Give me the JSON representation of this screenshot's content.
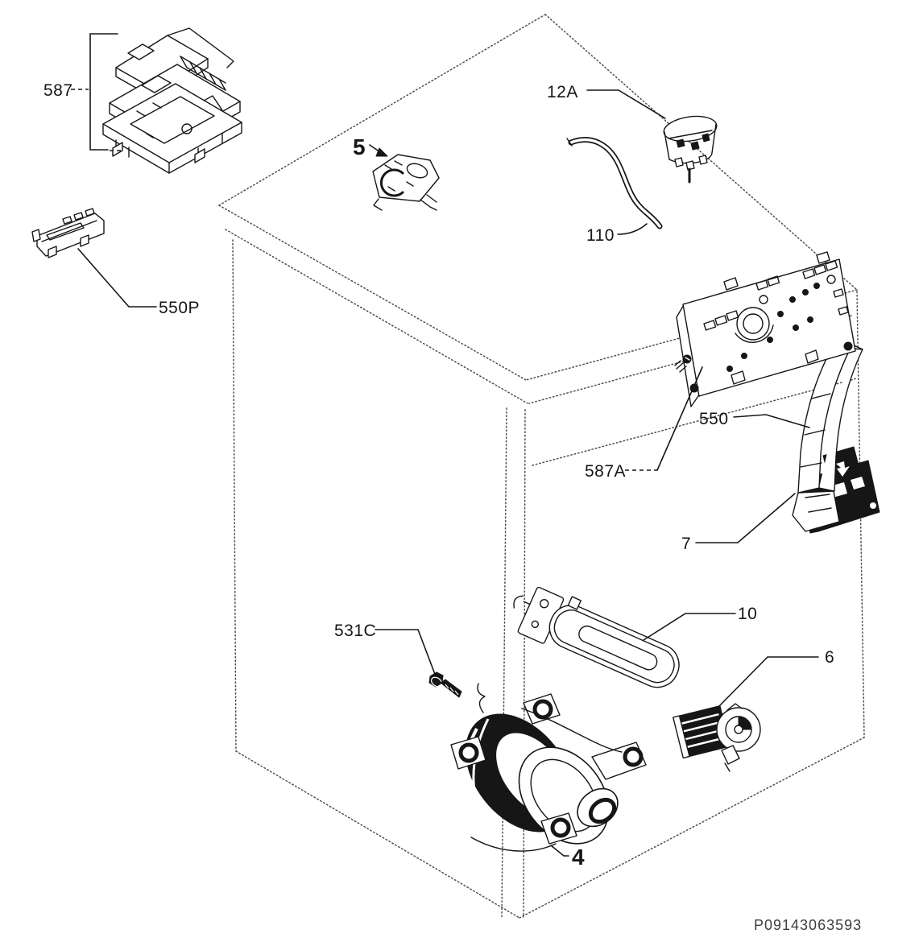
{
  "diagram": {
    "kind": "exploded-parts-diagram",
    "colors": {
      "ink": "#161616",
      "cabinet_outline": "#4f4f4f",
      "background": "#ffffff"
    }
  },
  "callouts": {
    "c587": "587",
    "c550P": "550P",
    "c5": "5",
    "c12A": "12A",
    "c110": "110",
    "c550": "550",
    "c587A": "587A",
    "c7": "7",
    "c10": "10",
    "c6": "6",
    "c531C": "531C",
    "c4": "4"
  },
  "footer": {
    "document_number": "P09143063593"
  }
}
